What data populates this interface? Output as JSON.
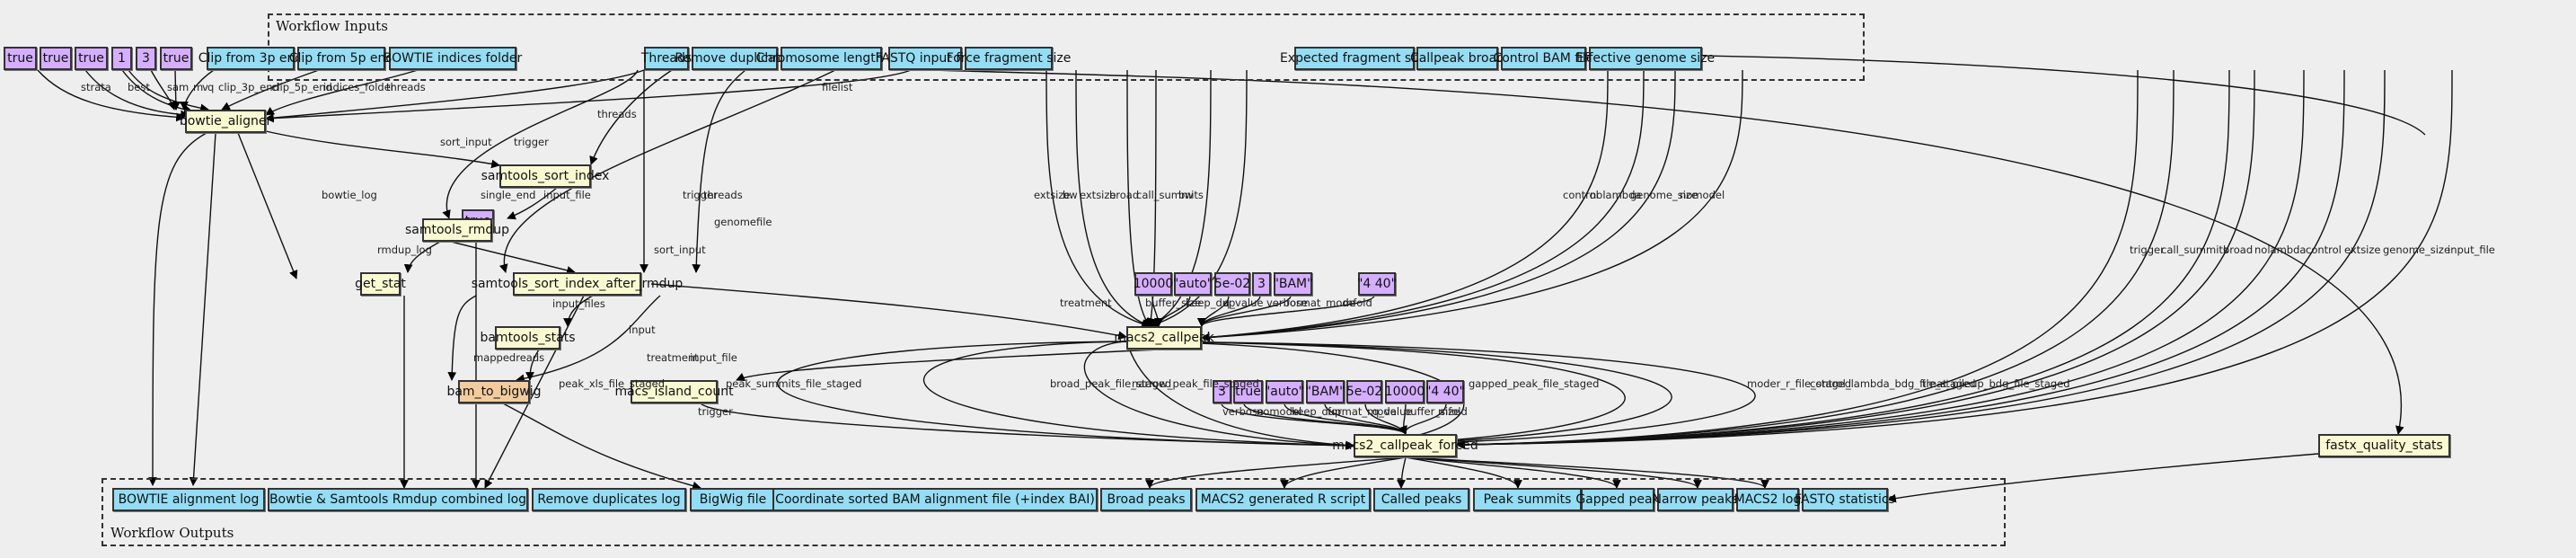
{
  "clusters": {
    "inputs_label": "Workflow Inputs",
    "outputs_label": "Workflow Outputs"
  },
  "inputs": [
    {
      "id": "clip3",
      "label": "Clip from 3p end"
    },
    {
      "id": "clip5",
      "label": "Clip from 5p end"
    },
    {
      "id": "idx",
      "label": "BOWTIE indices folder"
    },
    {
      "id": "threads",
      "label": "Threads"
    },
    {
      "id": "rmdup",
      "label": "Remove duplicates"
    },
    {
      "id": "chrom",
      "label": "Chromosome length file"
    },
    {
      "id": "fastq",
      "label": "FASTQ input file"
    },
    {
      "id": "force",
      "label": "Force fragment size"
    },
    {
      "id": "expfrag",
      "label": "Expected fragment size"
    },
    {
      "id": "broad",
      "label": "Callpeak broad"
    },
    {
      "id": "ctrl",
      "label": "Control BAM file"
    },
    {
      "id": "gsize",
      "label": "Effective genome size"
    }
  ],
  "values": [
    {
      "id": "v1",
      "label": "true"
    },
    {
      "id": "v2",
      "label": "true"
    },
    {
      "id": "v3",
      "label": "true"
    },
    {
      "id": "v4",
      "label": "1"
    },
    {
      "id": "v5",
      "label": "3"
    },
    {
      "id": "v6",
      "label": "true"
    },
    {
      "id": "v7",
      "label": "true"
    },
    {
      "id": "c1",
      "label": "10000"
    },
    {
      "id": "c2",
      "label": "\"auto\""
    },
    {
      "id": "c3",
      "label": "5e-02"
    },
    {
      "id": "c4",
      "label": "3"
    },
    {
      "id": "c5",
      "label": "\"BAM\""
    },
    {
      "id": "c6",
      "label": "\"4 40\""
    },
    {
      "id": "f1",
      "label": "3"
    },
    {
      "id": "f2",
      "label": "true"
    },
    {
      "id": "f3",
      "label": "\"auto\""
    },
    {
      "id": "f4",
      "label": "\"BAM\""
    },
    {
      "id": "f5",
      "label": "5e-02"
    },
    {
      "id": "f6",
      "label": "10000"
    },
    {
      "id": "f7",
      "label": "\"4 40\""
    }
  ],
  "steps": [
    {
      "id": "bowtie",
      "label": "bowtie_aligner"
    },
    {
      "id": "sortidx",
      "label": "samtools_sort_index"
    },
    {
      "id": "rmdupstep",
      "label": "samtools_rmdup"
    },
    {
      "id": "getstat",
      "label": "get_stat"
    },
    {
      "id": "sortafter",
      "label": "samtools_sort_index_after_rmdup"
    },
    {
      "id": "bamstats",
      "label": "bamtools_stats"
    },
    {
      "id": "b2bw",
      "label": "bam_to_bigwig"
    },
    {
      "id": "callpeak",
      "label": "macs2_callpeak"
    },
    {
      "id": "island",
      "label": "macs_island_count"
    },
    {
      "id": "forced",
      "label": "macs2_callpeak_forced"
    },
    {
      "id": "fastx",
      "label": "fastx_quality_stats"
    }
  ],
  "outputs": [
    {
      "id": "o1",
      "label": "BOWTIE alignment log"
    },
    {
      "id": "o2",
      "label": "Bowtie & Samtools Rmdup combined log"
    },
    {
      "id": "o3",
      "label": "Remove duplicates log"
    },
    {
      "id": "o4",
      "label": "BigWig file"
    },
    {
      "id": "o5",
      "label": "Coordinate sorted BAM alignment file (+index BAI)"
    },
    {
      "id": "o6",
      "label": "Broad peaks"
    },
    {
      "id": "o7",
      "label": "MACS2 generated R script"
    },
    {
      "id": "o8",
      "label": "Called peaks"
    },
    {
      "id": "o9",
      "label": "Peak summits"
    },
    {
      "id": "o10",
      "label": "Gapped peak"
    },
    {
      "id": "o11",
      "label": "Narrow peaks"
    },
    {
      "id": "o12",
      "label": "MACS2 log"
    },
    {
      "id": "o13",
      "label": "FASTQ statistics"
    }
  ],
  "edge_labels": [
    "strata",
    "best",
    "sam",
    "m",
    "v",
    "q",
    "clip_3p_end",
    "clip_5p_end",
    "indices_folder",
    "threads",
    "filelist",
    "threads",
    "sort_input",
    "trigger",
    "bowtie_log",
    "single_end",
    "input_file",
    "trigger",
    "threads",
    "genomefile",
    "rmdup_log",
    "sort_input",
    "treatment",
    "input_files",
    "input",
    "mappedreads",
    "treatment",
    "extsize",
    "bw",
    "extsize",
    "broad",
    "call_summits",
    "bw",
    "control",
    "nolambda",
    "genome_size",
    "nomodel",
    "buffer_size",
    "keep_dup",
    "q_value",
    "verbose",
    "format_mode",
    "mfold",
    "trigger",
    "call_summits",
    "broad",
    "nolambda",
    "control",
    "extsize",
    "genome_size",
    "input_file",
    "input_file",
    "peak_xls_file_staged",
    "trigger",
    "peak_summits_file_staged",
    "broad_peak_file_staged",
    "narrow_peak_file_staged",
    "verbose",
    "nomodel",
    "keep_dup",
    "format_mode",
    "q_value",
    "buffer_size",
    "mfold",
    "gapped_peak_file_staged",
    "moder_r_file_staged",
    "control_lambda_bdg_file_staged",
    "treat_pileup_bdg_file_staged"
  ]
}
